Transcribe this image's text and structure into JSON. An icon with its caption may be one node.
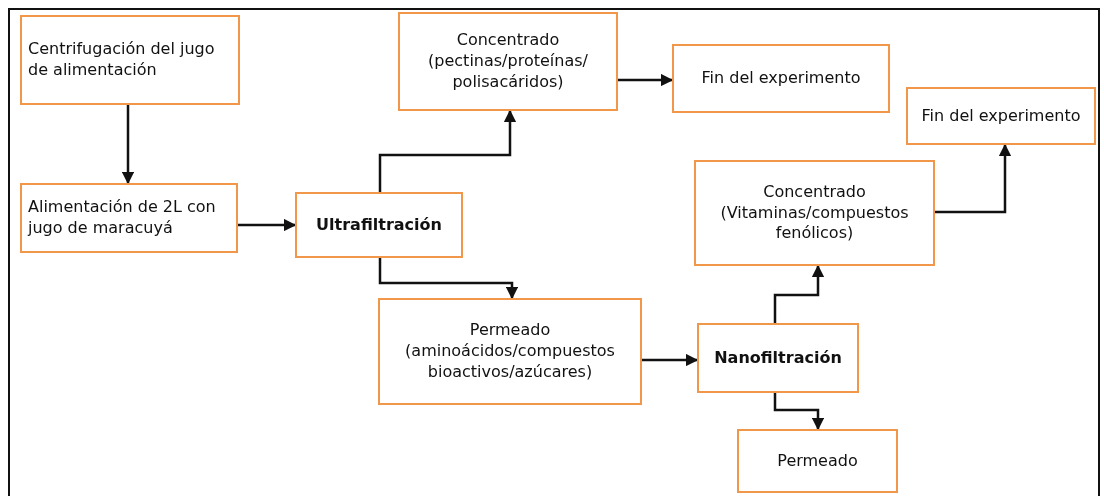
{
  "diagram": {
    "nodes": [
      {
        "text": [
          "Centrifugación del jugo de alimentación"
        ]
      },
      {
        "text": [
          "Alimentación de 2L con jugo de maracuyá"
        ]
      },
      {
        "text": [
          "Ultrafiltración"
        ]
      },
      {
        "text": [
          "Concentrado (pectinas/proteínas/ polisacáridos)"
        ]
      },
      {
        "text": [
          "Fin del experimento"
        ]
      },
      {
        "text": [
          "Permeado (aminoácidos/compuestos bioactivos/azúcares)"
        ]
      },
      {
        "text": [
          "Nanofiltración"
        ]
      },
      {
        "text": [
          "Concentrado (Vitaminas/compuestos fenólicos)"
        ]
      },
      {
        "text": [
          "Fin del experimento"
        ]
      },
      {
        "text": [
          "Permeado"
        ]
      }
    ],
    "edges": [
      {
        "from": 0,
        "to": 1,
        "arrow": "to"
      },
      {
        "from": 1,
        "to": 2,
        "arrow": "to"
      },
      {
        "from": 2,
        "to": 3,
        "arrow": "to"
      },
      {
        "from": 2,
        "to": 5,
        "arrow": "to"
      },
      {
        "from": 3,
        "to": 4,
        "arrow": "to"
      },
      {
        "from": 5,
        "to": 6,
        "arrow": "to"
      },
      {
        "from": 6,
        "to": 7,
        "arrow": "to"
      },
      {
        "from": 6,
        "to": 9,
        "arrow": "to"
      },
      {
        "from": 7,
        "to": 8,
        "arrow": "to"
      }
    ]
  }
}
